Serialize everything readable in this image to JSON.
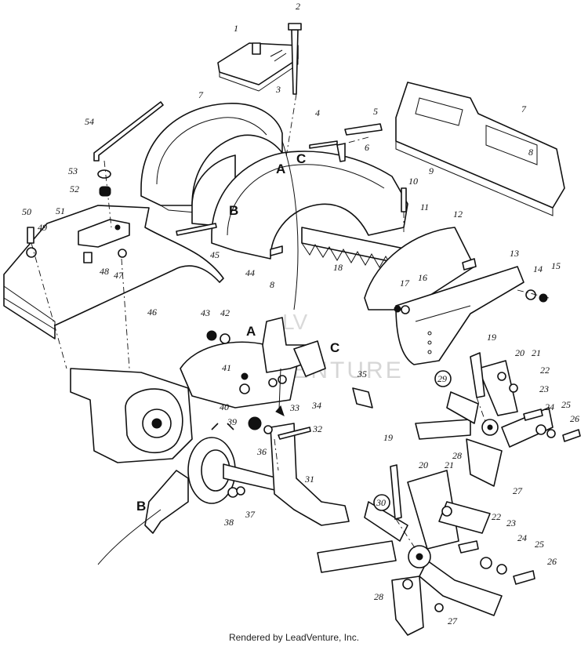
{
  "diagram": {
    "callouts": [
      "1",
      "2",
      "3",
      "4",
      "5",
      "6",
      "7",
      "7",
      "8",
      "8",
      "9",
      "10",
      "11",
      "12",
      "13",
      "14",
      "15",
      "16",
      "17",
      "18",
      "19",
      "19",
      "20",
      "20",
      "21",
      "21",
      "22",
      "22",
      "23",
      "23",
      "24",
      "24",
      "25",
      "25",
      "26",
      "26",
      "27",
      "27",
      "28",
      "28",
      "29",
      "30",
      "31",
      "32",
      "33",
      "34",
      "35",
      "36",
      "37",
      "38",
      "39",
      "40",
      "41",
      "42",
      "43",
      "44",
      "45",
      "46",
      "47",
      "48",
      "49",
      "50",
      "51",
      "52",
      "53",
      "54"
    ],
    "letters": [
      "A",
      "B",
      "C",
      "A",
      "B",
      "C"
    ],
    "watermark": "LEADVENTURE"
  },
  "footer": {
    "credit": "Rendered by LeadVenture, Inc."
  }
}
